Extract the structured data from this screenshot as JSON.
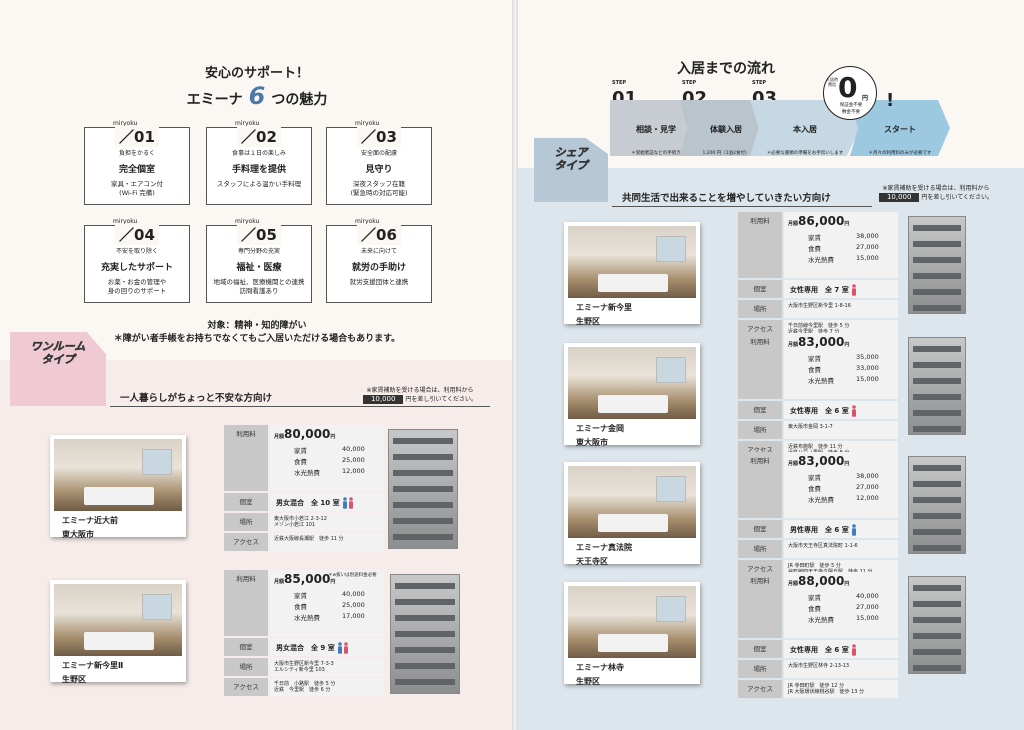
{
  "left": {
    "header": {
      "subtitle": "安心のサポート！",
      "prefix": "エミーナ",
      "number": "6",
      "suffix": "つの魅力"
    },
    "features": [
      {
        "tag": "miryoku",
        "num": "01",
        "small": "負担をかるく",
        "title": "完全個室",
        "desc": [
          "家具・エアコン付",
          "(Wi-Fi 完備)"
        ]
      },
      {
        "tag": "miryoku",
        "num": "02",
        "small": "食事は１日の楽しみ",
        "title": "手料理を提供",
        "desc": [
          "スタッフによる温かい手料理",
          ""
        ]
      },
      {
        "tag": "miryoku",
        "num": "03",
        "small": "安全面の配慮",
        "title": "見守り",
        "desc": [
          "深夜スタッフ在籍",
          "(緊急時の対応可能)"
        ]
      },
      {
        "tag": "miryoku",
        "num": "04",
        "small": "不安を取り除く",
        "title": "充実したサポート",
        "desc": [
          "お薬・お金の管理や",
          "身の回りのサポート"
        ]
      },
      {
        "tag": "miryoku",
        "num": "05",
        "small": "専門分野の充実",
        "title": "福祉・医療",
        "desc": [
          "地域の福祉、医療機関との連携",
          "訪問看護あり"
        ]
      },
      {
        "tag": "miryoku",
        "num": "06",
        "small": "未来に向けて",
        "title": "就労の手助け",
        "desc": [
          "就労支援団体と連携",
          ""
        ]
      }
    ],
    "note1": "対象：精神・知的障がい",
    "note2": "＊障がい者手帳をお持ちでなくてもご入居いただける場合もあります。",
    "category": {
      "badge": [
        "ワンルーム",
        "タイプ"
      ],
      "title": "一人暮らしがちょっと不安な方向け",
      "disclaimer1": "※家賃補助を受ける場合は、利用料から",
      "disclaimer_amount": "10,000",
      "disclaimer2": "円を差し引いてください。"
    },
    "listings": [
      {
        "name": "エミーナ近大前",
        "area": "東大阪市",
        "price": "80,000",
        "rent": "40,000",
        "food": "25,000",
        "util": "12,000",
        "gender": "男女混合　全 10 室",
        "place": [
          "東大阪市小若江 2-3-12",
          "メゾン小若江 101"
        ],
        "access": [
          "近鉄大阪線長瀬駅　徒歩 11 分"
        ],
        "note": ""
      },
      {
        "name": "エミーナ新今里Ⅱ",
        "area": "生野区",
        "price": "85,000",
        "rent": "40,000",
        "food": "25,000",
        "util": "17,000",
        "gender": "男女混合　全 9 室",
        "place": [
          "大阪市生野区新今里 7-3-3",
          "エルシティ新今里 103"
        ],
        "access": [
          "千日前　小路駅　徒歩 5 分",
          "近鉄　今里駅　徒歩 6 分"
        ],
        "note": "＊w抜いは別途料金必要"
      }
    ]
  },
  "right": {
    "flow": {
      "title": "入居までの流れ",
      "steps": [
        {
          "label": "STEP",
          "num": "01",
          "title": "相談・見学",
          "desc": "＊受給者証などの手続き"
        },
        {
          "label": "STEP",
          "num": "02",
          "title": "体験入居",
          "desc": "1,200 円（1泊2食付）"
        },
        {
          "label": "STEP",
          "num": "03",
          "title": "本入居",
          "desc": "＊必要な書類の準備をお手伝いします"
        },
        {
          "label": "",
          "num": "",
          "title": "スタート",
          "desc": "＊月々の利用料のみが必要です"
        }
      ],
      "zero": {
        "left": "入居時費用",
        "num": "0",
        "unit": "円",
        "s1": "保証金不要",
        "s2": "敷金不要"
      },
      "excl": "!"
    },
    "category": {
      "badge": [
        "シェア",
        "タイプ"
      ],
      "title": "共同生活で出来ることを増やしていきたい方向け",
      "disclaimer1": "※家賃補助を受ける場合は、利用料から",
      "disclaimer_amount": "10,000",
      "disclaimer2": "円を差し引いてください。"
    },
    "listings": [
      {
        "name": "エミーナ新今里",
        "area": "生野区",
        "price": "86,000",
        "rent": "38,000",
        "food": "27,000",
        "util": "15,000",
        "gender": "女性専用　全 7 室",
        "place": [
          "大阪市生野区新今里 1-8-16"
        ],
        "access": [
          "千日前線今里駅　徒歩 5 分",
          "近鉄今里駅　徒歩 7 分"
        ]
      },
      {
        "name": "エミーナ金岡",
        "area": "東大阪市",
        "price": "83,000",
        "rent": "35,000",
        "food": "33,000",
        "util": "15,000",
        "gender": "女性専用　全 6 室",
        "place": [
          "東大阪市金岡 3-1-7"
        ],
        "access": [
          "近鉄布施駅　徒歩 11 分",
          "近鉄八戸ノ里駅　徒歩 8 分"
        ]
      },
      {
        "name": "エミーナ真法院",
        "area": "天王寺区",
        "price": "83,000",
        "rent": "38,000",
        "food": "27,000",
        "util": "12,000",
        "gender": "男性専用　全 6 室",
        "place": [
          "大阪市天王寺区真法院町 1-1-6"
        ],
        "access": [
          "JR 寺田町駅　徒歩 5 分",
          "谷町線四天王寺夕陽丘駅　徒歩 11 分"
        ]
      },
      {
        "name": "エミーナ林寺",
        "area": "生野区",
        "price": "88,000",
        "rent": "40,000",
        "food": "27,000",
        "util": "15,000",
        "gender": "女性専用　全 6 室",
        "place": [
          "大阪市生野区林寺 2-13-13"
        ],
        "access": [
          "JR 寺田町駅　徒歩 12 分",
          "JR 大阪環状線桃谷駅　徒歩 13 分"
        ]
      }
    ]
  },
  "labels": {
    "fee": "利用料",
    "unit_prefix": "月額",
    "yen": "円",
    "rent": "家賃",
    "food": "食費",
    "util": "水光熱費",
    "room": "個室",
    "place": "場所",
    "access": "アクセス"
  }
}
